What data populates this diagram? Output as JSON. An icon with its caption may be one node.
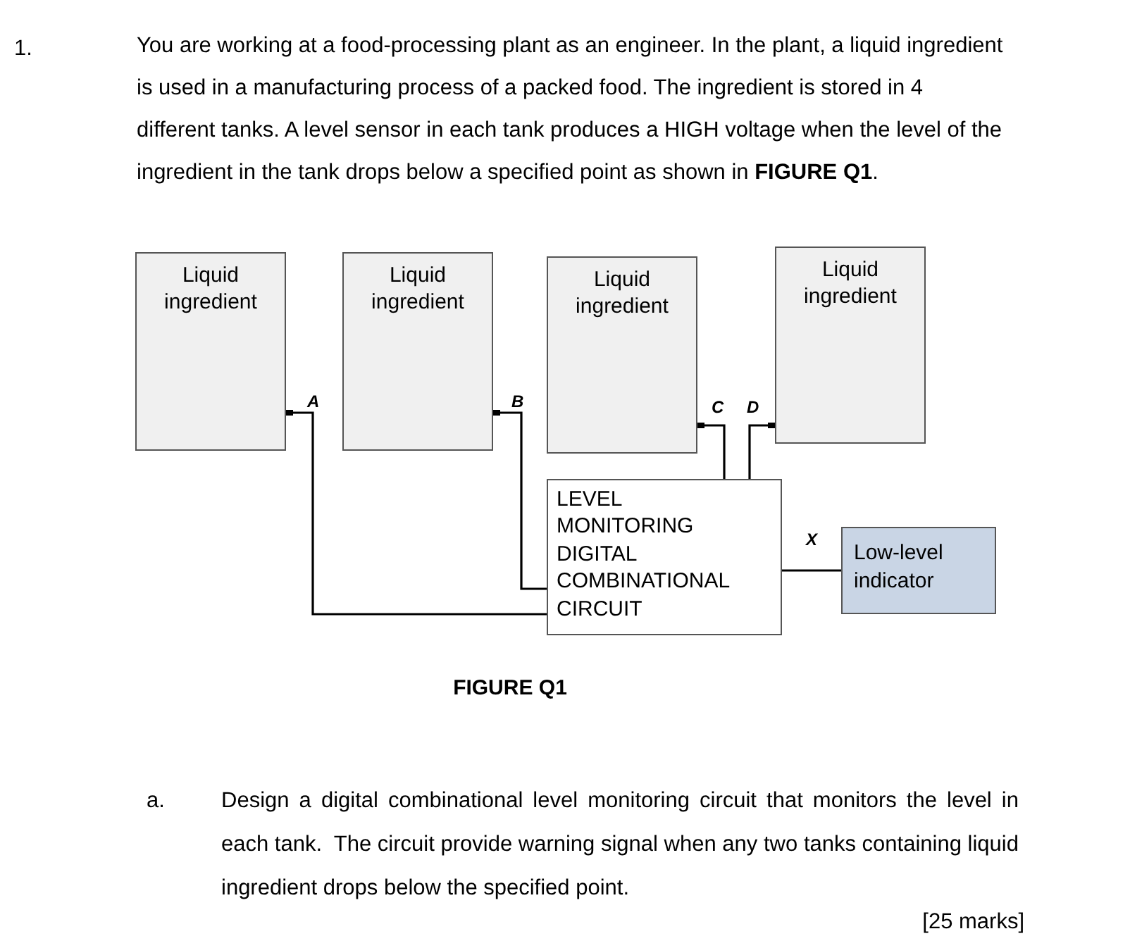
{
  "diagram": {
    "caption": "FIGURE Q1",
    "nodes": [
      {
        "text": [
          "Liquid ingredient"
        ]
      },
      {
        "text": [
          "Liquid ingredient"
        ]
      },
      {
        "text": [
          "Liquid ingredient"
        ]
      },
      {
        "text": [
          "Liquid ingredient"
        ]
      },
      {
        "text": [
          "LEVEL MONITORING DIGITAL COMBINATIONAL CIRCUIT"
        ]
      },
      {
        "text": [
          "Low-level indicator"
        ]
      }
    ],
    "edges": [
      {
        "from": 0,
        "to": 4,
        "arrow": "other",
        "label": "A"
      },
      {
        "from": 1,
        "to": 4,
        "arrow": "other",
        "label": "B"
      },
      {
        "from": 2,
        "to": 4,
        "arrow": "other",
        "label": "C"
      },
      {
        "from": 3,
        "to": 4,
        "arrow": "other",
        "label": "D"
      },
      {
        "from": 4,
        "to": 5,
        "arrow": "none",
        "label": "X"
      }
    ],
    "labels": [
      "1.",
      "You are working at a food-processing plant as an engineer. In the plant, a liquid ingredient is used in a manufacturing process of a packed food. The ingredient is stored in 4 different tanks. A level sensor in each tank produces a HIGH voltage when the level of the ingredient in the tank drops below a specified point as shown in **FIGURE Q1**.",
      "a.",
      "Design a digital combinational level monitoring circuit that monitors the level in each tank.  The circuit provide warning signal when any two tanks containing liquid ingredient drops below the specified point.",
      "[25 marks]"
    ]
  }
}
